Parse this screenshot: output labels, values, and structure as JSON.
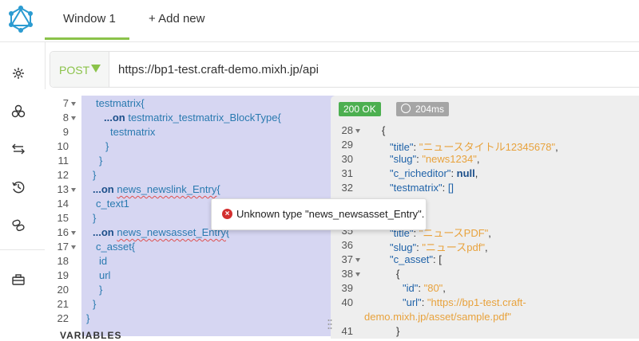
{
  "topbar": {
    "tabs": [
      {
        "label": "Window 1"
      },
      {
        "label": "+ Add new"
      }
    ]
  },
  "sidebar": {
    "icons": [
      "settings-icon",
      "schema-icon",
      "swap-icon",
      "history-icon",
      "link-icon",
      "toolbox-icon"
    ]
  },
  "request": {
    "method": "POST",
    "url": "https://bp1-test.craft-demo.mixh.jp/api"
  },
  "query_editor": {
    "lines": [
      {
        "n": "7",
        "fold": true
      },
      {
        "n": "8",
        "fold": true
      },
      {
        "n": "9",
        "fold": false
      },
      {
        "n": "10",
        "fold": false
      },
      {
        "n": "11",
        "fold": false
      },
      {
        "n": "12",
        "fold": false
      },
      {
        "n": "13",
        "fold": true
      },
      {
        "n": "14",
        "fold": false
      },
      {
        "n": "15",
        "fold": false
      },
      {
        "n": "16",
        "fold": true
      },
      {
        "n": "17",
        "fold": true
      },
      {
        "n": "18",
        "fold": false
      },
      {
        "n": "19",
        "fold": false
      },
      {
        "n": "20",
        "fold": false
      },
      {
        "n": "21",
        "fold": false
      },
      {
        "n": "22",
        "fold": false
      }
    ],
    "code": {
      "l7": "testmatrix{",
      "l8_kw": "...on",
      "l8_rest": " testmatrix_testmatrix_BlockType{",
      "l9": "testmatrix",
      "l10": "}",
      "l11": "}",
      "l12": "}",
      "l13_kw": "...on",
      "l13_under": "news_newslink_Entry",
      "l13_rest": "{",
      "l14": "c_text1",
      "l15": "}",
      "l16_kw": "...on",
      "l16_under": "news_newsasset_Entry",
      "l16_rest": "{",
      "l17": "c_asset{",
      "l18": "id",
      "l19": "url",
      "l20": "}",
      "l21": "}",
      "l22": "}"
    },
    "variables_label": "VARIABLES"
  },
  "tooltip": {
    "message": "Unknown type \"news_newsasset_Entry\"."
  },
  "response": {
    "status": "200 OK",
    "time": "204ms",
    "lines": [
      {
        "n": "28",
        "fold": true
      },
      {
        "n": "29",
        "fold": false
      },
      {
        "n": "30",
        "fold": false
      },
      {
        "n": "31",
        "fold": false
      },
      {
        "n": "32",
        "fold": false
      },
      {
        "n": "35",
        "fold": false
      },
      {
        "n": "36",
        "fold": false
      },
      {
        "n": "37",
        "fold": true
      },
      {
        "n": "38",
        "fold": true
      },
      {
        "n": "39",
        "fold": false
      },
      {
        "n": "40",
        "fold": false
      },
      {
        "n": "41",
        "fold": false
      }
    ],
    "code": {
      "l28": "{",
      "l29_key": "\"title\"",
      "l29_val": "\"ニュースタイトル12345678\"",
      "l30_key": "\"slug\"",
      "l30_val": "\"news1234\"",
      "l31_key": "\"c_richeditor\"",
      "l31_val": "null",
      "l32_key": "\"testmatrix\"",
      "l32_val": "[]",
      "l35_key": "\"title\"",
      "l35_val": "\"ニュースPDF\"",
      "l36_key": "\"slug\"",
      "l36_val": "\"ニュースpdf\"",
      "l37_key": "\"c_asset\"",
      "l37_val": "[",
      "l38": "{",
      "l39_key": "\"id\"",
      "l39_val": "\"80\"",
      "l40_key": "\"url\"",
      "l40_val": "\"https://bp1-test.craft-",
      "l40b_val": "demo.mixh.jp/asset/sample.pdf\"",
      "l41": "}"
    }
  }
}
